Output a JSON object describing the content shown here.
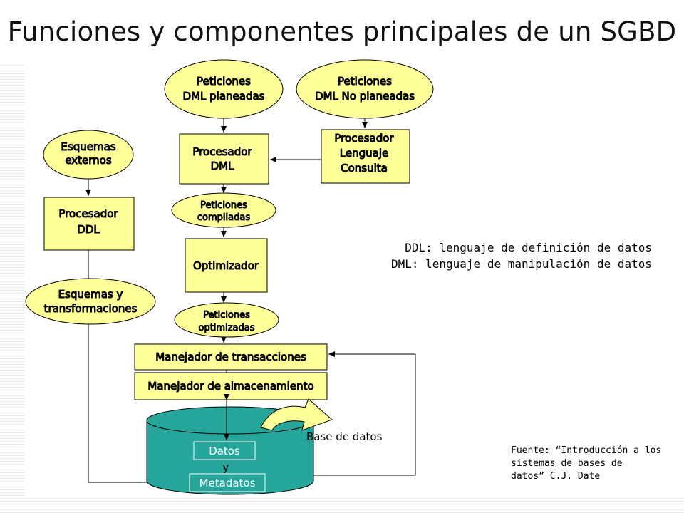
{
  "title": "Funciones y componentes principales de un SGBD",
  "nodes": {
    "peticiones_dml_planeadas": [
      "Peticiones",
      "DML planeadas"
    ],
    "peticiones_dml_no_planeadas": [
      "Peticiones",
      "DML No planeadas"
    ],
    "esquemas_externos": [
      "Esquemas",
      "externos"
    ],
    "procesador_dml": [
      "Procesador",
      "DML"
    ],
    "procesador_lenguaje_consulta": [
      "Procesador",
      "Lenguaje",
      "Consulta"
    ],
    "procesador_ddl": [
      "Procesador",
      "DDL"
    ],
    "peticiones_compiladas": [
      "Peticiones",
      "compiladas"
    ],
    "optimizador": [
      "Optimizador"
    ],
    "esquemas_transformaciones": [
      "Esquemas y",
      "transformaciones"
    ],
    "peticiones_optimizadas": [
      "Peticiones",
      "optimizadas"
    ],
    "manejador_transacciones": [
      "Manejador de transacciones"
    ],
    "manejador_almacenamiento": [
      "Manejador de almacenamiento"
    ],
    "datos": [
      "Datos"
    ],
    "y": [
      "y"
    ],
    "metadatos": [
      "Metadatos"
    ],
    "base_de_datos": [
      "Base de datos"
    ]
  },
  "notes": {
    "ddl": "DDL: lenguaje de definición de datos",
    "dml": "DML: lenguaje de manipulación de datos"
  },
  "source": [
    "Fuente: “Introducción a los",
    "sistemas de bases de",
    "datos” C.J. Date"
  ],
  "colors": {
    "node_fill": "#ffff99",
    "db_fill": "#26a69a",
    "arrow": "#000000"
  }
}
